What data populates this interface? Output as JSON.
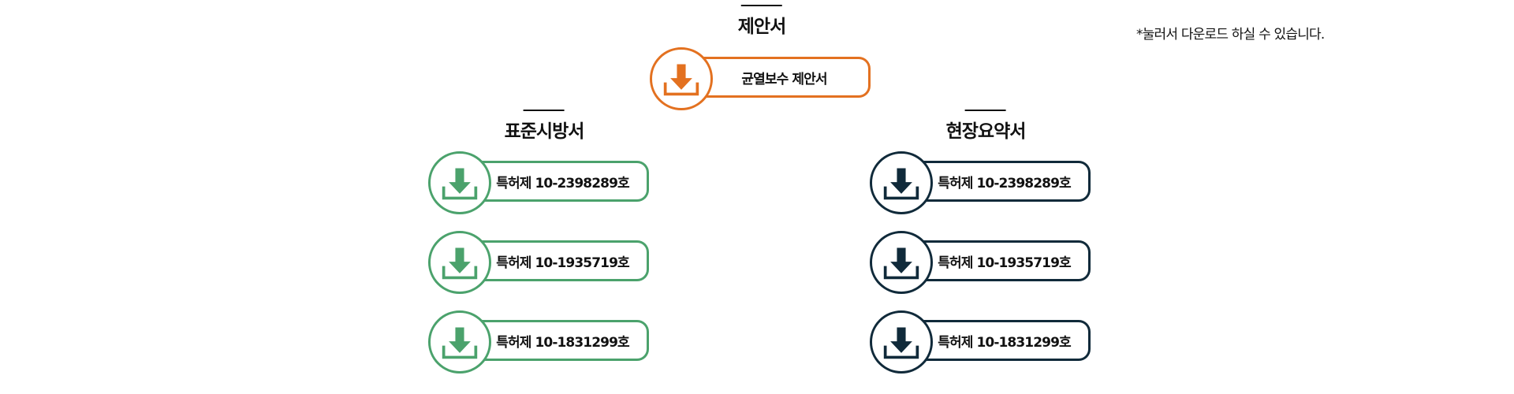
{
  "note": "*눌러서 다운로드 하실 수 있습니다.",
  "proposal": {
    "title": "제안서",
    "items": [
      {
        "label": "균열보수 제안서",
        "icon": "download-icon",
        "color": "#E37120"
      }
    ]
  },
  "standard_spec": {
    "title": "표준시방서",
    "items": [
      {
        "label": "특허제 10-2398289호",
        "icon": "download-icon",
        "color": "#4BA26C"
      },
      {
        "label": "특허제 10-1935719호",
        "icon": "download-icon",
        "color": "#4BA26C"
      },
      {
        "label": "특허제 10-1831299호",
        "icon": "download-icon",
        "color": "#4BA26C"
      }
    ]
  },
  "site_summary": {
    "title": "현장요약서",
    "items": [
      {
        "label": "특허제 10-2398289호",
        "icon": "download-icon",
        "color": "#102A3A"
      },
      {
        "label": "특허제 10-1935719호",
        "icon": "download-icon",
        "color": "#102A3A"
      },
      {
        "label": "특허제 10-1831299호",
        "icon": "download-icon",
        "color": "#102A3A"
      }
    ]
  }
}
